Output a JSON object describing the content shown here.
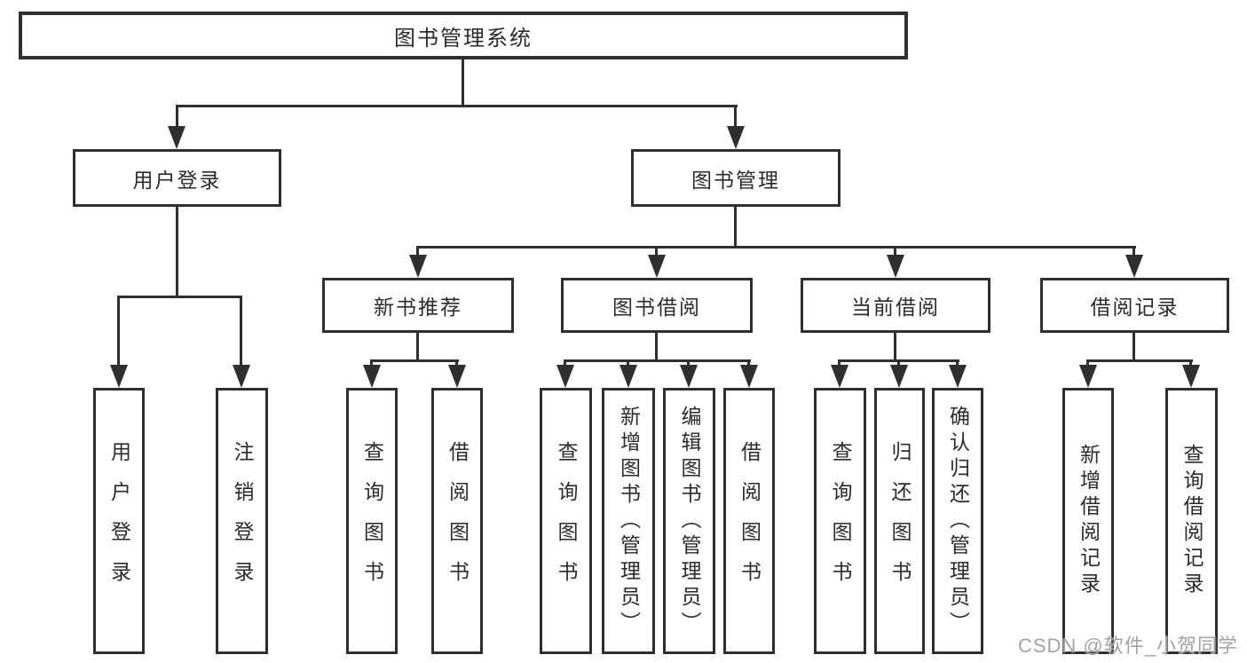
{
  "diagram": {
    "type": "hierarchy-tree",
    "tree": {
      "root": {
        "label": "图书管理系统",
        "children": [
          {
            "label": "用户登录",
            "children": [
              {
                "label": "用户登录"
              },
              {
                "label": "注销登录"
              }
            ]
          },
          {
            "label": "图书管理",
            "children": [
              {
                "label": "新书推荐",
                "children": [
                  {
                    "label": "查询图书"
                  },
                  {
                    "label": "借阅图书"
                  }
                ]
              },
              {
                "label": "图书借阅",
                "children": [
                  {
                    "label": "查询图书"
                  },
                  {
                    "label": "新增图书（管理员）"
                  },
                  {
                    "label": "编辑图书（管理员）"
                  },
                  {
                    "label": "借阅图书"
                  }
                ]
              },
              {
                "label": "当前借阅",
                "children": [
                  {
                    "label": "查询图书"
                  },
                  {
                    "label": "归还图书"
                  },
                  {
                    "label": "确认归还（管理员）"
                  }
                ]
              },
              {
                "label": "借阅记录",
                "children": [
                  {
                    "label": "新增借阅记录"
                  },
                  {
                    "label": "查询借阅记录"
                  }
                ]
              }
            ]
          }
        ]
      }
    }
  },
  "watermark": {
    "text": "CSDN @软件_小贺同学"
  },
  "colors": {
    "line": "#2f2f2f",
    "text": "#2b2b2b",
    "background": "#ffffff",
    "watermark": "#a3a3a3"
  }
}
